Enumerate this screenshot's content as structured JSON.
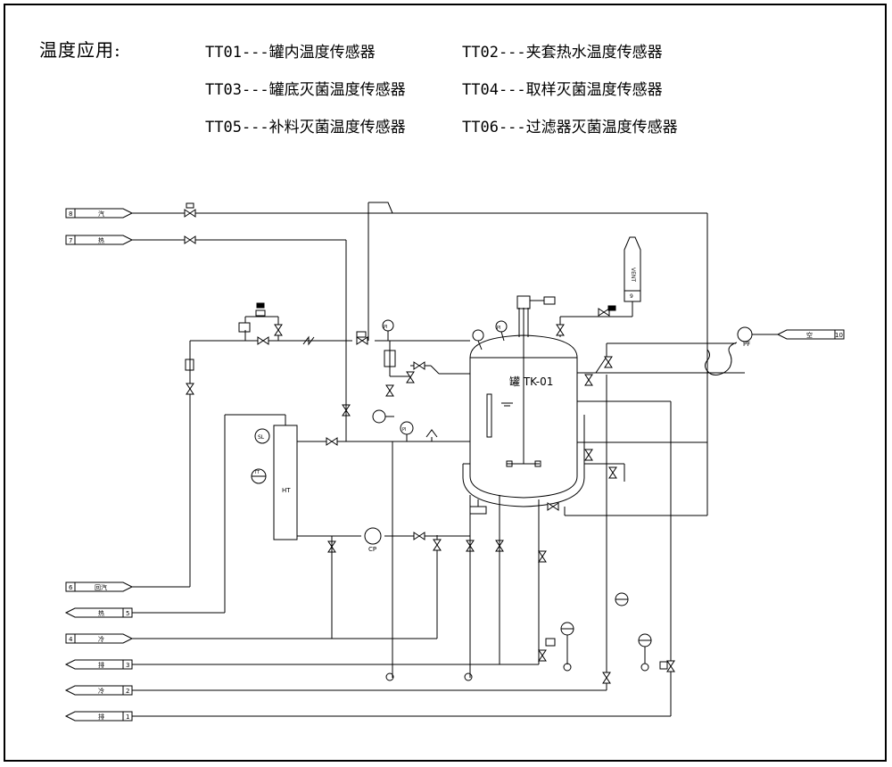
{
  "legend": {
    "title": "温度应用:",
    "items": [
      {
        "code": "TT01",
        "text": "TT01---罐内温度传感器"
      },
      {
        "code": "TT02",
        "text": "TT02---夹套热水温度传感器"
      },
      {
        "code": "TT03",
        "text": "TT03---罐底灭菌温度传感器"
      },
      {
        "code": "TT04",
        "text": "TT04---取样灭菌温度传感器"
      },
      {
        "code": "TT05",
        "text": "TT05---补料灭菌温度传感器"
      },
      {
        "code": "TT06",
        "text": "TT06---过滤器灭菌温度传感器"
      }
    ]
  },
  "diagram": {
    "tank_label": "罐 TK-01",
    "heater_label": "HT",
    "pump_label": "CP",
    "filter_label": "PF",
    "vent_label": "VENT",
    "vent_number": "9",
    "level_label": "SL",
    "gauge_labels": [
      "PI",
      "PI",
      "PI",
      "PI"
    ],
    "temp_label": "TT",
    "lines": [
      {
        "number": "8",
        "name": "汽"
      },
      {
        "number": "7",
        "name": "热"
      },
      {
        "number": "6",
        "name": "回汽"
      },
      {
        "number": "5",
        "name": "热"
      },
      {
        "number": "4",
        "name": "冷"
      },
      {
        "number": "3",
        "name": "排"
      },
      {
        "number": "2",
        "name": "冷"
      },
      {
        "number": "1",
        "name": "排"
      },
      {
        "number": "10",
        "name": "空"
      }
    ]
  },
  "colors": {
    "line": "#000000",
    "background": "#ffffff"
  }
}
